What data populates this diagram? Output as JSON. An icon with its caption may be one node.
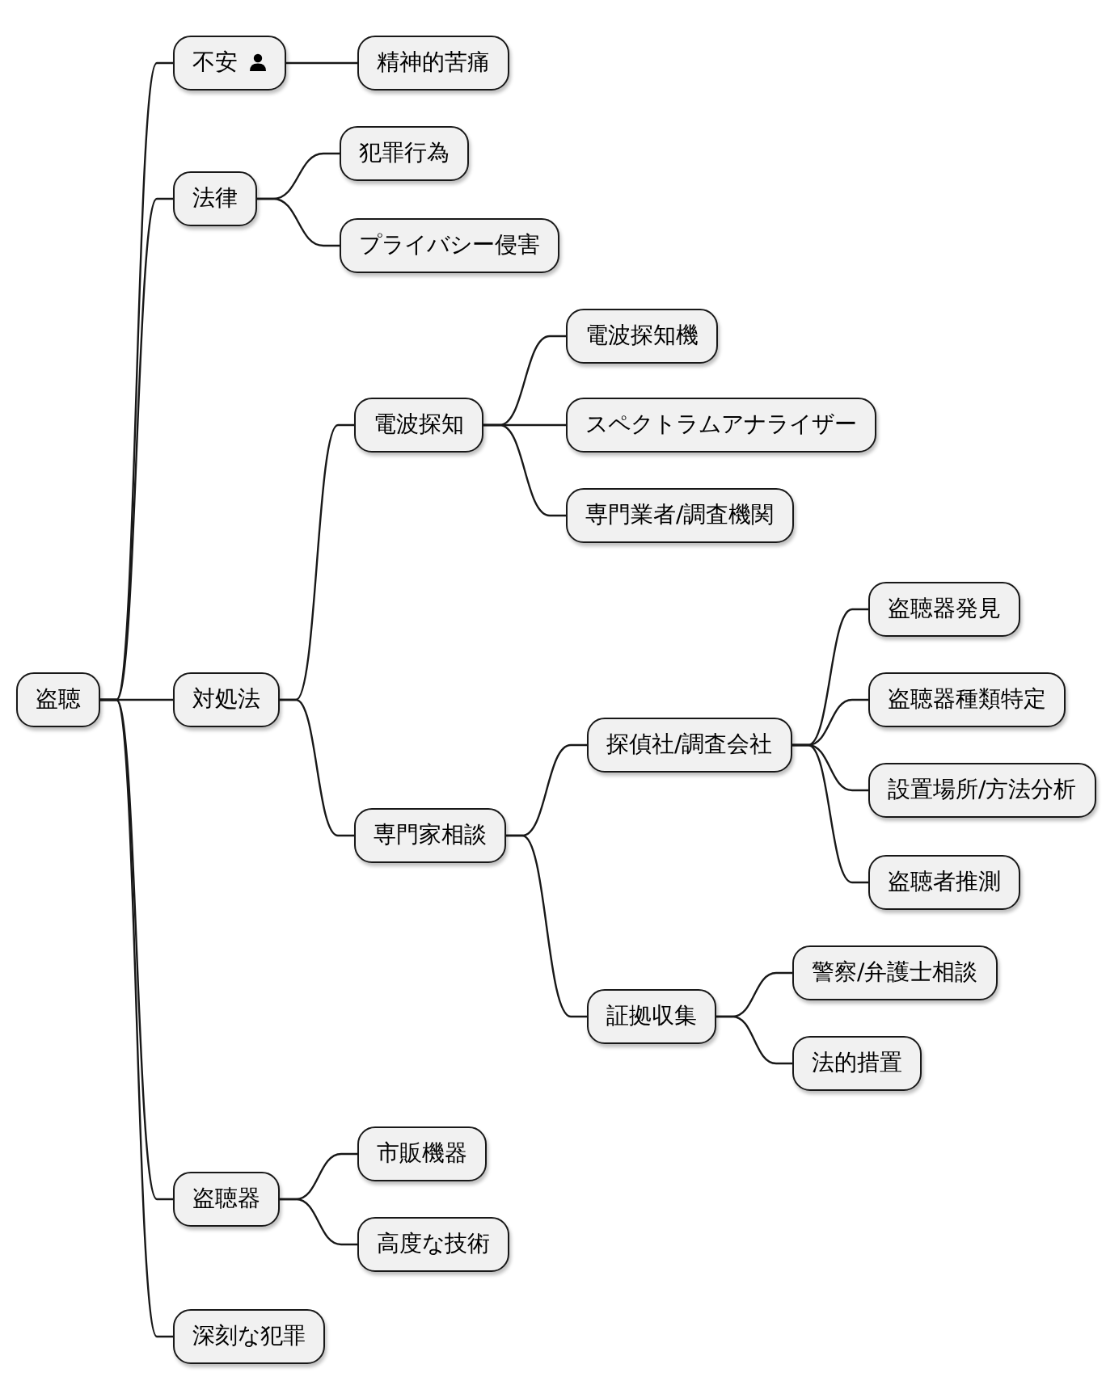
{
  "diagram": {
    "nodes": [
      {
        "text": [
          "盗聴"
        ]
      },
      {
        "text": [
          "不安"
        ]
      },
      {
        "text": [
          "精神的苦痛"
        ]
      },
      {
        "text": [
          "法律"
        ]
      },
      {
        "text": [
          "犯罪行為"
        ]
      },
      {
        "text": [
          "プライバシー侵害"
        ]
      },
      {
        "text": [
          "対処法"
        ]
      },
      {
        "text": [
          "電波探知"
        ]
      },
      {
        "text": [
          "電波探知機"
        ]
      },
      {
        "text": [
          "スペクトラムアナライザー"
        ]
      },
      {
        "text": [
          "専門業者/調査機関"
        ]
      },
      {
        "text": [
          "専門家相談"
        ]
      },
      {
        "text": [
          "探偵社/調査会社"
        ]
      },
      {
        "text": [
          "盗聴器発見"
        ]
      },
      {
        "text": [
          "盗聴器種類特定"
        ]
      },
      {
        "text": [
          "設置場所/方法分析"
        ]
      },
      {
        "text": [
          "盗聴者推測"
        ]
      },
      {
        "text": [
          "証拠収集"
        ]
      },
      {
        "text": [
          "警察/弁護士相談"
        ]
      },
      {
        "text": [
          "法的措置"
        ]
      },
      {
        "text": [
          "盗聴器"
        ]
      },
      {
        "text": [
          "市販機器"
        ]
      },
      {
        "text": [
          "高度な技術"
        ]
      },
      {
        "text": [
          "深刻な犯罪"
        ]
      }
    ],
    "edges": [
      {
        "from": 0,
        "to": 1,
        "arrow": "none"
      },
      {
        "from": 1,
        "to": 2,
        "arrow": "none"
      },
      {
        "from": 0,
        "to": 3,
        "arrow": "none"
      },
      {
        "from": 3,
        "to": 4,
        "arrow": "none"
      },
      {
        "from": 3,
        "to": 5,
        "arrow": "none"
      },
      {
        "from": 0,
        "to": 6,
        "arrow": "none"
      },
      {
        "from": 6,
        "to": 7,
        "arrow": "none"
      },
      {
        "from": 7,
        "to": 8,
        "arrow": "none"
      },
      {
        "from": 7,
        "to": 9,
        "arrow": "none"
      },
      {
        "from": 7,
        "to": 10,
        "arrow": "none"
      },
      {
        "from": 6,
        "to": 11,
        "arrow": "none"
      },
      {
        "from": 11,
        "to": 12,
        "arrow": "none"
      },
      {
        "from": 12,
        "to": 13,
        "arrow": "none"
      },
      {
        "from": 12,
        "to": 14,
        "arrow": "none"
      },
      {
        "from": 12,
        "to": 15,
        "arrow": "none"
      },
      {
        "from": 12,
        "to": 16,
        "arrow": "none"
      },
      {
        "from": 11,
        "to": 17,
        "arrow": "none"
      },
      {
        "from": 17,
        "to": 18,
        "arrow": "none"
      },
      {
        "from": 17,
        "to": 19,
        "arrow": "none"
      },
      {
        "from": 0,
        "to": 20,
        "arrow": "none"
      },
      {
        "from": 20,
        "to": 21,
        "arrow": "none"
      },
      {
        "from": 20,
        "to": 22,
        "arrow": "none"
      },
      {
        "from": 0,
        "to": 23,
        "arrow": "none"
      }
    ]
  }
}
